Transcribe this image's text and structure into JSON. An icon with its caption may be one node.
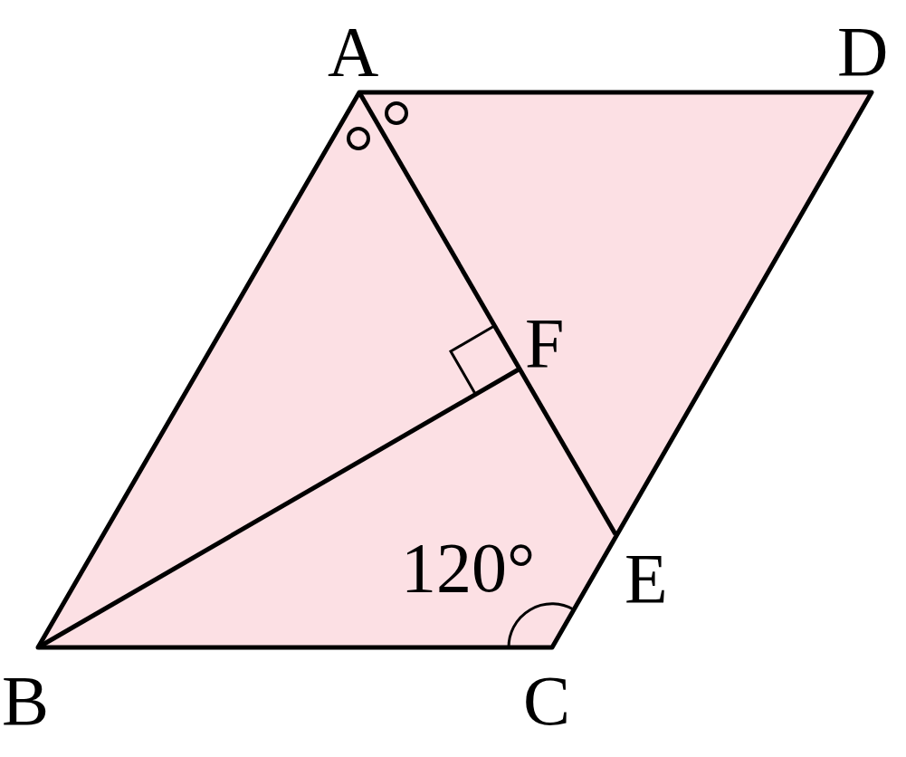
{
  "diagram": {
    "labels": [
      "A",
      "D",
      "F",
      "E",
      "120°",
      "B",
      "C"
    ]
  }
}
